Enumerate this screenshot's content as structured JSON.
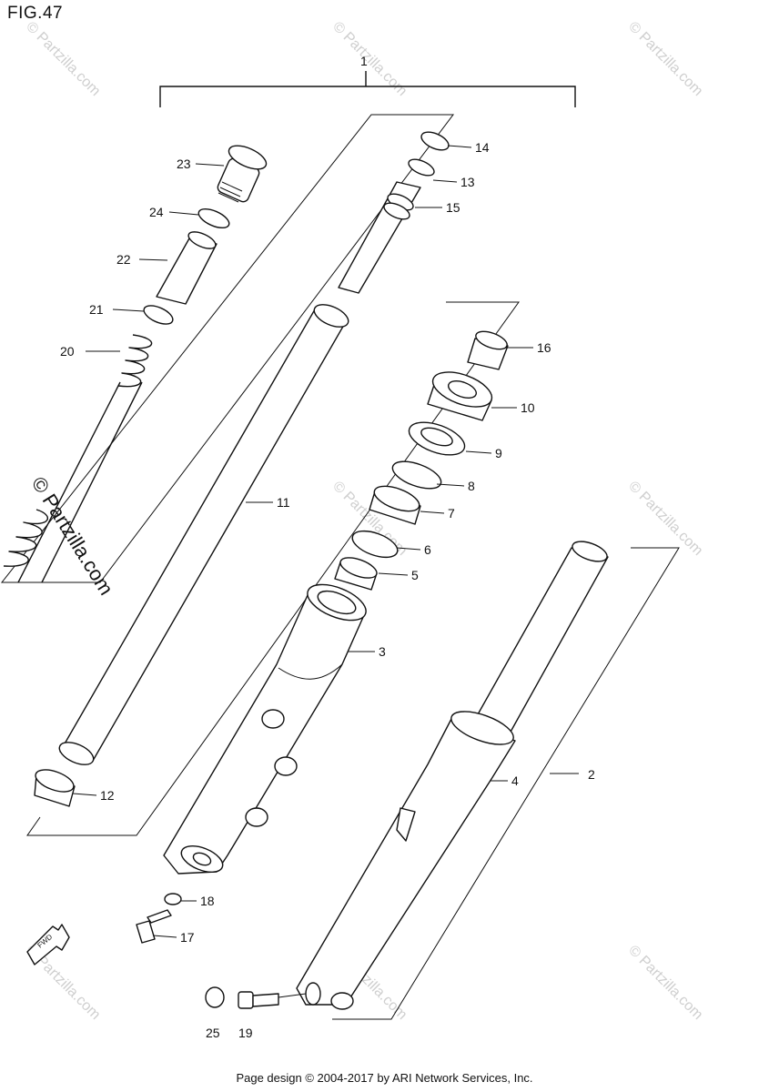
{
  "figure": {
    "title": "FIG.47"
  },
  "callouts": [
    {
      "id": "1",
      "label": "1"
    },
    {
      "id": "2",
      "label": "2"
    },
    {
      "id": "3",
      "label": "3"
    },
    {
      "id": "4",
      "label": "4"
    },
    {
      "id": "5",
      "label": "5"
    },
    {
      "id": "6",
      "label": "6"
    },
    {
      "id": "7",
      "label": "7"
    },
    {
      "id": "8",
      "label": "8"
    },
    {
      "id": "9",
      "label": "9"
    },
    {
      "id": "10",
      "label": "10"
    },
    {
      "id": "11",
      "label": "11"
    },
    {
      "id": "12",
      "label": "12"
    },
    {
      "id": "13",
      "label": "13"
    },
    {
      "id": "14",
      "label": "14"
    },
    {
      "id": "15",
      "label": "15"
    },
    {
      "id": "16",
      "label": "16"
    },
    {
      "id": "17",
      "label": "17"
    },
    {
      "id": "18",
      "label": "18"
    },
    {
      "id": "19",
      "label": "19"
    },
    {
      "id": "20",
      "label": "20"
    },
    {
      "id": "21",
      "label": "21"
    },
    {
      "id": "22",
      "label": "22"
    },
    {
      "id": "23",
      "label": "23"
    },
    {
      "id": "24",
      "label": "24"
    },
    {
      "id": "25",
      "label": "25"
    }
  ],
  "watermark": {
    "text": "© Partzilla.com"
  },
  "direction_marker": {
    "text": "FWD",
    "icon": "forward-arrow-icon"
  },
  "footer": {
    "text": "Page design © 2004-2017 by ARI Network Services, Inc."
  }
}
